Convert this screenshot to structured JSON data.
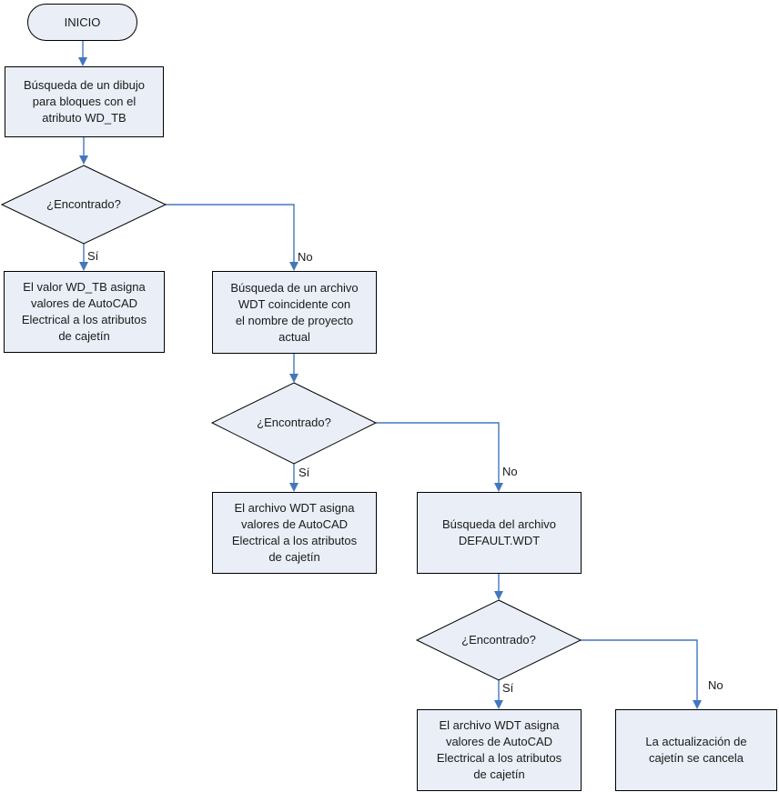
{
  "diagram": {
    "type": "flowchart",
    "language": "es",
    "colors": {
      "background": "#ffffff",
      "shape_fill": "#e9eef7",
      "shape_border": "#000000",
      "connector": "#4377bd",
      "text": "#1a1a1a"
    },
    "nodes": [
      {
        "id": "start",
        "shape": "terminator",
        "label": "INICIO"
      },
      {
        "id": "search-drawing-wd-tb",
        "shape": "process",
        "label": "Búsqueda de un dibujo\npara bloques con el\natributo WD_TB"
      },
      {
        "id": "decision-1",
        "shape": "decision",
        "label": "¿Encontrado?"
      },
      {
        "id": "assign-wd-tb-value",
        "shape": "process",
        "label": "El valor WD_TB asigna\nvalores de AutoCAD\nElectrical a los atributos\nde cajetín"
      },
      {
        "id": "search-wdt-project",
        "shape": "process",
        "label": "Búsqueda de un archivo\nWDT coincidente con\nel nombre de proyecto\nactual"
      },
      {
        "id": "decision-2",
        "shape": "decision",
        "label": "¿Encontrado?"
      },
      {
        "id": "assign-wdt-file-1",
        "shape": "process",
        "label": "El archivo WDT asigna\nvalores de AutoCAD\nElectrical a los atributos\nde cajetín"
      },
      {
        "id": "search-default-wdt",
        "shape": "process",
        "label": "Búsqueda del archivo\nDEFAULT.WDT"
      },
      {
        "id": "decision-3",
        "shape": "decision",
        "label": "¿Encontrado?"
      },
      {
        "id": "assign-wdt-file-2",
        "shape": "process",
        "label": "El archivo WDT asigna\nvalores de AutoCAD\nElectrical a los atributos\nde cajetín"
      },
      {
        "id": "cancel-update",
        "shape": "process",
        "label": "La actualización de\ncajetín se cancela"
      }
    ],
    "edge_labels": [
      {
        "id": "decision-1-yes",
        "label": "Sí"
      },
      {
        "id": "decision-1-no",
        "label": "No"
      },
      {
        "id": "decision-2-yes",
        "label": "Sí"
      },
      {
        "id": "decision-2-no",
        "label": "No"
      },
      {
        "id": "decision-3-yes",
        "label": "Sí"
      },
      {
        "id": "decision-3-no",
        "label": "No"
      }
    ]
  }
}
